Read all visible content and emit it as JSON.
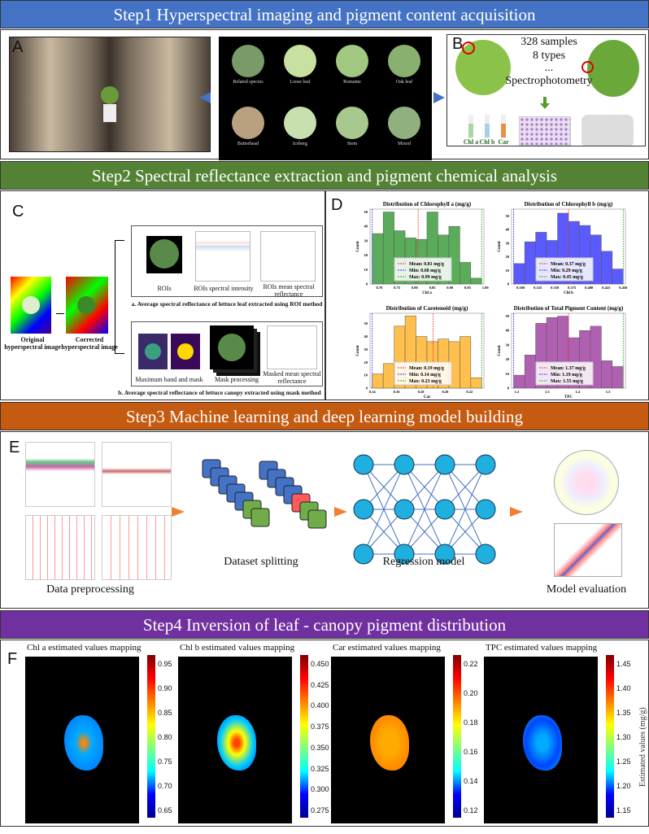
{
  "step1": {
    "title": "Step1  Hyperspectral imaging and pigment content acquisition",
    "color": "#4472c4",
    "label_a": "A",
    "label_b": "B",
    "varieties": [
      "Related species",
      "Loose leaf",
      "Romaine",
      "Oak leaf",
      "Butterhead",
      "Iceberg",
      "Stem",
      "Mixed"
    ],
    "samples": "328 samples",
    "types": "8 types",
    "ellipsis": "...",
    "method": "Spectrophotometry",
    "tubes": [
      "Chl a",
      "Chl b",
      "Car"
    ]
  },
  "step2": {
    "title": "Step2  Spectral reflectance extraction and pigment chemical analysis",
    "color": "#548235",
    "label_c": "C",
    "label_d": "D",
    "original": "Original hyperspectral image",
    "corrected": "Corrected hyperspectral image",
    "rois": "ROIs",
    "rois_intensity": "ROIs spectral intensity",
    "rois_mean": "ROIs mean spectral reflectance",
    "caption_a": "a. Average spectral reflectance of lettuce leaf extracted using ROI method",
    "max_band": "Maximum band and mask",
    "mask_proc": "Mask processing",
    "masked_mean": "Masked mean spectral reflectance",
    "caption_b": "b. Average spectral reflectance of lettuce canopy extracted using mask method"
  },
  "chart_data": [
    {
      "type": "bar",
      "title": "Distribution of Chlorophyll a (mg/g)",
      "xlabel": "Chl a",
      "ylabel": "Count",
      "xlim": [
        0.68,
        0.99
      ],
      "ylim": [
        0,
        52
      ],
      "xticks": [
        "0.70",
        "0.75",
        "0.80",
        "0.85",
        "0.90",
        "0.95",
        "1.00"
      ],
      "xtick_vals": [
        0.7,
        0.75,
        0.8,
        0.85,
        0.9,
        0.95,
        1.0
      ],
      "yticks": [
        0,
        10,
        20,
        30,
        40,
        50
      ],
      "values": [
        35,
        50,
        37,
        32,
        31,
        50,
        34,
        40,
        15,
        4
      ],
      "color": "#5aac5a",
      "legend": [
        "Mean: 0.81 mg/g",
        "Min: 0.68 mg/g",
        "Max: 0.99 mg/g"
      ],
      "mean": 0.81,
      "min": 0.68,
      "max": 0.99
    },
    {
      "type": "bar",
      "title": "Distribution of Chlorophyll b (mg/g)",
      "xlabel": "Chl b",
      "ylabel": "Count",
      "xlim": [
        0.29,
        0.45
      ],
      "ylim": [
        0,
        55
      ],
      "xticks": [
        "0.300",
        "0.325",
        "0.350",
        "0.375",
        "0.400",
        "0.425",
        "0.450"
      ],
      "xtick_vals": [
        0.3,
        0.325,
        0.35,
        0.375,
        0.4,
        0.425,
        0.45
      ],
      "yticks": [
        0,
        10,
        20,
        30,
        40,
        50
      ],
      "values": [
        15,
        31,
        38,
        32,
        52,
        46,
        43,
        36,
        24,
        11
      ],
      "color": "#5a5aff",
      "legend": [
        "Mean: 0.37 mg/g",
        "Min: 0.29 mg/g",
        "Max: 0.45 mg/g"
      ],
      "mean": 0.37,
      "min": 0.29,
      "max": 0.45
    },
    {
      "type": "bar",
      "title": "Distribution of Carotenoid (mg/g)",
      "xlabel": "Car",
      "ylabel": "Count",
      "xlim": [
        0.14,
        0.23
      ],
      "ylim": [
        0,
        58
      ],
      "xticks": [
        "0.14",
        "0.16",
        "0.18",
        "0.20",
        "0.22"
      ],
      "xtick_vals": [
        0.14,
        0.16,
        0.18,
        0.2,
        0.22
      ],
      "yticks": [
        0,
        10,
        20,
        30,
        40,
        50
      ],
      "values": [
        11,
        19,
        48,
        56,
        40,
        36,
        38,
        36,
        40,
        8
      ],
      "color": "#ffc04d",
      "legend": [
        "Mean: 0.19 mg/g",
        "Min: 0.14 mg/g",
        "Max: 0.23 mg/g"
      ],
      "mean": 0.19,
      "min": 0.14,
      "max": 0.23
    },
    {
      "type": "bar",
      "title": "Distribution of Total Pigment Content (mg/g)",
      "xlabel": "TPC",
      "ylabel": "Count",
      "xlim": [
        1.19,
        1.55
      ],
      "ylim": [
        0,
        52
      ],
      "xticks": [
        "1.2",
        "1.3",
        "1.4",
        "1.5"
      ],
      "xtick_vals": [
        1.2,
        1.3,
        1.4,
        1.5
      ],
      "yticks": [
        0,
        10,
        20,
        30,
        40,
        50
      ],
      "values": [
        9,
        23,
        45,
        49,
        50,
        35,
        40,
        43,
        19,
        15
      ],
      "color": "#b060b0",
      "legend": [
        "Mean: 1.37 mg/g",
        "Min: 1.19 mg/g",
        "Max: 1.55 mg/g"
      ],
      "mean": 1.37,
      "min": 1.19,
      "max": 1.55
    }
  ],
  "step3": {
    "title": "Step3  Machine learning and deep learning model building",
    "color": "#c55a11",
    "label_e": "E",
    "stages": [
      "Data preprocessing",
      "Dataset splitting",
      "Regression model",
      "Model evaluation"
    ]
  },
  "step4": {
    "title": "Step4  Inversion of leaf - canopy pigment distribution",
    "color": "#7030a0",
    "label_f": "F",
    "colorbar_label": "Estimated values (mg/g)",
    "maps": [
      {
        "title": "Chl a estimated values mapping",
        "ticks": [
          "0.95",
          "0.90",
          "0.85",
          "0.80",
          "0.75",
          "0.70",
          "0.65"
        ]
      },
      {
        "title": "Chl b estimated values mapping",
        "ticks": [
          "0.450",
          "0.425",
          "0.400",
          "0.375",
          "0.350",
          "0.325",
          "0.300",
          "0.275"
        ]
      },
      {
        "title": "Car estimated values mapping",
        "ticks": [
          "0.22",
          "0.20",
          "0.18",
          "0.16",
          "0.14",
          "0.12"
        ]
      },
      {
        "title": "TPC estimated values mapping",
        "ticks": [
          "1.45",
          "1.40",
          "1.35",
          "1.30",
          "1.25",
          "1.20",
          "1.15"
        ]
      }
    ]
  }
}
